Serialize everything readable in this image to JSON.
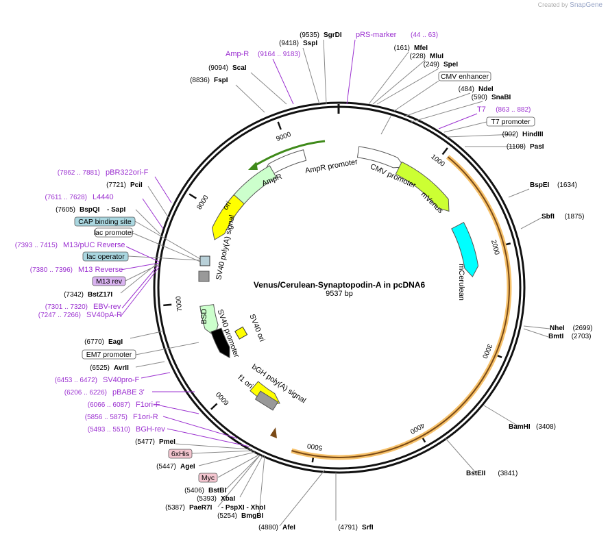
{
  "credit": {
    "prefix": "Created by",
    "brand": "SnapGene"
  },
  "plasmid": {
    "name": "Venus/Cerulean-Synaptopodin-A in pcDNA6",
    "length": "9537 bp"
  },
  "colors": {
    "enzyme": "#000000",
    "primer": "#9b30d0",
    "features": {
      "AmpR": "#ccffcc",
      "AmpR_promoter": "#ffffff",
      "CMV_promoter": "#ffffff",
      "ori": "#ffff00",
      "mVenus": "#ccff33",
      "mCerulean": "#00ffff",
      "BSD": "#ccffcc",
      "f1_ori": "#ffff00",
      "SV40_ori": "#ffff00",
      "highlight": "#f7c26b",
      "CDS": "#7a4a16"
    }
  },
  "ticks": [
    {
      "bp": 1000,
      "label": "1000"
    },
    {
      "bp": 2000,
      "label": "2000"
    },
    {
      "bp": 3000,
      "label": "3000"
    },
    {
      "bp": 4000,
      "label": "4000"
    },
    {
      "bp": 5000,
      "label": "5000"
    },
    {
      "bp": 6000,
      "label": "6000"
    },
    {
      "bp": 7000,
      "label": "7000"
    },
    {
      "bp": 8000,
      "label": "8000"
    },
    {
      "bp": 9000,
      "label": "9000"
    }
  ],
  "enzymes": [
    {
      "name": "SgrDI",
      "pos": "(9535)"
    },
    {
      "name": "SspI",
      "pos": "(9418)"
    },
    {
      "name": "MfeI",
      "pos": "(161)"
    },
    {
      "name": "MluI",
      "pos": "(228)"
    },
    {
      "name": "SpeI",
      "pos": "(249)"
    },
    {
      "name": "ScaI",
      "pos": "(9094)"
    },
    {
      "name": "FspI",
      "pos": "(8836)"
    },
    {
      "name": "NdeI",
      "pos": "(484)"
    },
    {
      "name": "SnaBI",
      "pos": "(590)"
    },
    {
      "name": "HindIII",
      "pos": "(902)"
    },
    {
      "name": "PasI",
      "pos": "(1108)"
    },
    {
      "name": "BspEI",
      "pos": "(1634)"
    },
    {
      "name": "SbfI",
      "pos": "(1875)"
    },
    {
      "name": "PciI",
      "pos": "(7721)"
    },
    {
      "name": "BspQI",
      "pos": "(7605)",
      "suffix": "- SapI"
    },
    {
      "name": "BstZ17I",
      "pos": "(7342)"
    },
    {
      "name": "NheI",
      "pos": "(2699)"
    },
    {
      "name": "BmtI",
      "pos": "(2703)"
    },
    {
      "name": "EagI",
      "pos": "(6770)"
    },
    {
      "name": "AvrII",
      "pos": "(6525)"
    },
    {
      "name": "BamHI",
      "pos": "(3408)"
    },
    {
      "name": "PmeI",
      "pos": "(5477)"
    },
    {
      "name": "AgeI",
      "pos": "(5447)"
    },
    {
      "name": "BstBI",
      "pos": "(5406)"
    },
    {
      "name": "XbaI",
      "pos": "(5393)"
    },
    {
      "name": "PaeR7I",
      "pos": "(5387)",
      "suffix": "- PspXI   - XhoI"
    },
    {
      "name": "BmgBI",
      "pos": "(5254)"
    },
    {
      "name": "BstEII",
      "pos": "(3841)"
    },
    {
      "name": "AfeI",
      "pos": "(4880)"
    },
    {
      "name": "SrfI",
      "pos": "(4791)"
    }
  ],
  "primers": [
    {
      "name": "pRS-marker",
      "range": "(44 .. 63)"
    },
    {
      "name": "Amp-R",
      "range": "(9164 .. 9183)"
    },
    {
      "name": "T7",
      "range": "(863 .. 882)"
    },
    {
      "name": "pBR322ori-F",
      "range": "(7862 .. 7881)"
    },
    {
      "name": "L4440",
      "range": "(7611 .. 7628)"
    },
    {
      "name": "M13/pUC Reverse",
      "range": "(7393 .. 7415)"
    },
    {
      "name": "M13 Reverse",
      "range": "(7380 .. 7396)"
    },
    {
      "name": "EBV-rev",
      "range": "(7301 .. 7320)"
    },
    {
      "name": "SV40pA-R",
      "range": "(7247 .. 7266)"
    },
    {
      "name": "SV40pro-F",
      "range": "(6453 .. 6472)"
    },
    {
      "name": "pBABE 3'",
      "range": "(6206 .. 6226)"
    },
    {
      "name": "F1ori-F",
      "range": "(6066 .. 6087)"
    },
    {
      "name": "F1ori-R",
      "range": "(5856 .. 5875)"
    },
    {
      "name": "BGH-rev",
      "range": "(5493 .. 5510)"
    }
  ],
  "boxed_labels": {
    "cmv_enhancer": "CMV enhancer",
    "t7_promoter": "T7 promoter",
    "cap_binding_site": "CAP binding site",
    "lac_promoter": "lac promoter",
    "lac_operator": "lac operator",
    "m13_rev": "M13 rev",
    "em7_promoter": "EM7 promoter",
    "his6": "6xHis",
    "myc": "Myc"
  },
  "feature_labels": {
    "AmpR_promoter": "AmpR promoter",
    "AmpR": "AmpR",
    "CMV_promoter": "CMV promoter",
    "mVenus": "mVenus",
    "ori": "ori",
    "SV40_polyA": "SV40 poly(A) signal",
    "mCerulean": "mCerulean",
    "BSD": "BSD",
    "SV40_promoter": "SV40 promoter",
    "SV40_ori": "SV40 ori",
    "bGH_polyA": "bGH poly(A) signal",
    "f1_ori": "f1 ori"
  }
}
